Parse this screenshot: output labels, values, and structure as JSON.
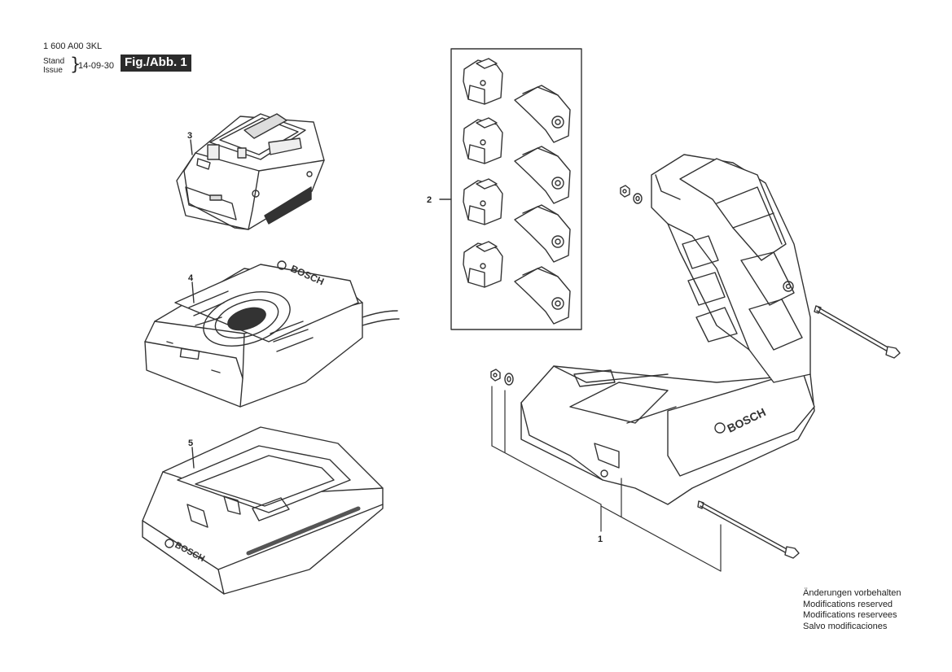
{
  "header": {
    "part_number": "1 600 A00 3KL",
    "stand": "Stand",
    "issue": "Issue",
    "brace": "}",
    "date": "14-09-30",
    "figure": "Fig./Abb. 1"
  },
  "callouts": {
    "1": "1",
    "2": "2",
    "3": "3",
    "4": "4",
    "5": "5"
  },
  "brand_labels": {
    "charger": "BOSCH",
    "adapter": "BOSCH",
    "holder": "BOSCH"
  },
  "notes": [
    "Änderungen vorbehalten",
    "Modifications reserved",
    "Modifications reservees",
    "Salvo modificaciones"
  ]
}
